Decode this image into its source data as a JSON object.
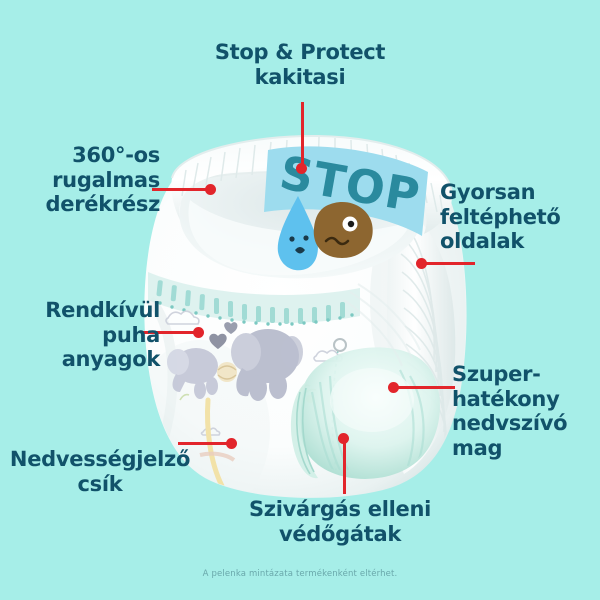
{
  "background_color": "#a6eee8",
  "text_color": "#11526a",
  "pointer_color": "#e2252b",
  "labels": {
    "stop_protect": "Stop & Protect\nkakitasi",
    "waistband": "360°-os\nrugalmas\nderékrész",
    "sides": "Gyorsan\nfeltéphető\noldalak",
    "soft_materials": "Rendkívül\npuha\nanyagok",
    "core": "Szuper-\nhatékony\nnedvszívó\nmag",
    "wetness": "Nedvességjelző\ncsík",
    "barriers": "Szivárgás elleni\nvédőgátak"
  },
  "product_graphic": {
    "stop_sign_text": "STOP",
    "stop_sign_banner_color": "#9ddcee",
    "stop_sign_letter_color": "#2a8a9e",
    "characters": [
      {
        "name": "water-drop-character",
        "color": "#5ec1ee",
        "expression": "sad"
      },
      {
        "name": "poop-character",
        "color": "#8d6630",
        "expression": "worried"
      }
    ],
    "pattern": "two grey elephants with a ball, hearts and clouds",
    "absorbent_core_color": "#d8f4ee"
  },
  "footnote": "A pelenka mintázata termékenként eltérhet."
}
